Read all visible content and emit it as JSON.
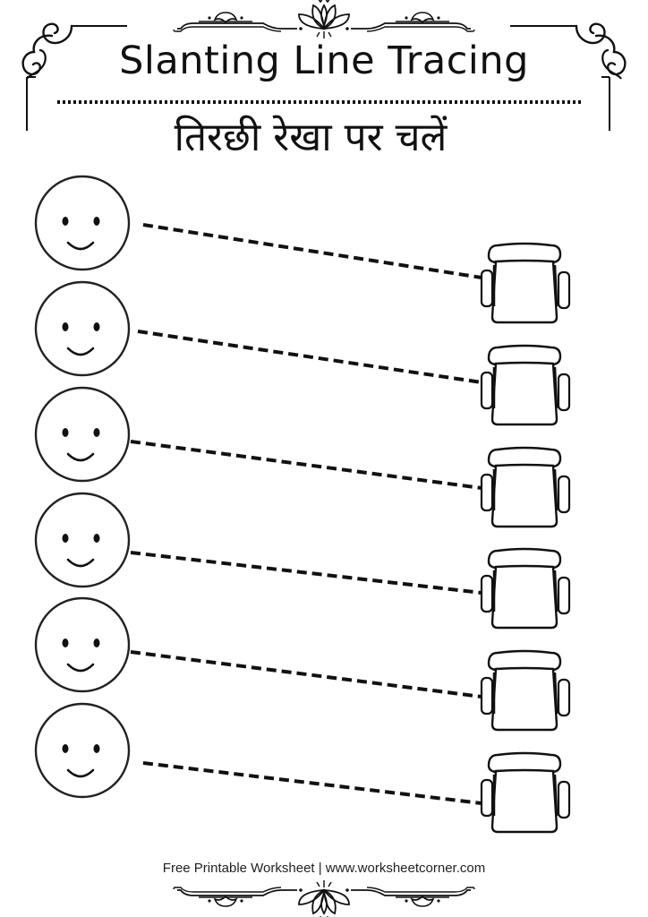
{
  "worksheet": {
    "title": "Slanting Line Tracing",
    "subtitle_hindi": "तिरछी रेखा पर चलें",
    "footer_text": "Free Printable Worksheet | www.worksheetcorner.com",
    "colors": {
      "ink": "#111111",
      "background": "#ffffff"
    }
  },
  "rows": [
    {
      "start_icon": "smiley-face-icon",
      "end_icon": "chair-icon",
      "line_style": "dashed-slant"
    },
    {
      "start_icon": "smiley-face-icon",
      "end_icon": "chair-icon",
      "line_style": "dashed-slant"
    },
    {
      "start_icon": "smiley-face-icon",
      "end_icon": "chair-icon",
      "line_style": "dashed-slant"
    },
    {
      "start_icon": "smiley-face-icon",
      "end_icon": "chair-icon",
      "line_style": "dashed-slant"
    },
    {
      "start_icon": "smiley-face-icon",
      "end_icon": "chair-icon",
      "line_style": "dashed-slant"
    },
    {
      "start_icon": "smiley-face-icon",
      "end_icon": "chair-icon",
      "line_style": "dashed-slant"
    }
  ],
  "decorations": [
    "top-lotus-ornament",
    "corner-scroll-left",
    "corner-scroll-right",
    "dotted-divider",
    "bottom-lotus-ornament"
  ]
}
